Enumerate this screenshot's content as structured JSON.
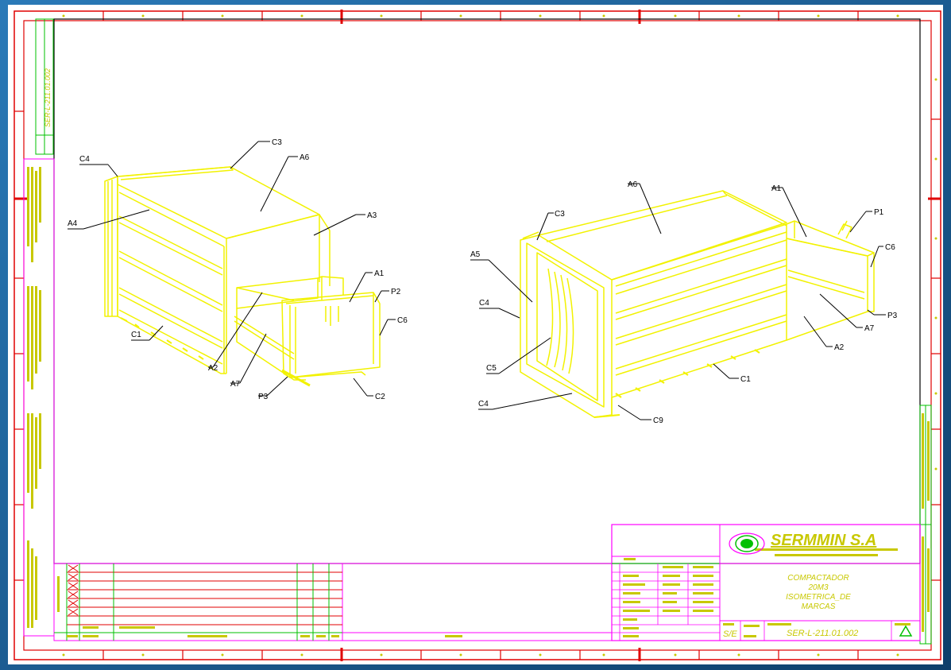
{
  "colors": {
    "background": "#1b5f94",
    "border": "#e00000",
    "titleblock": "#ff00ff",
    "green": "#00c000",
    "yellow": "#f2f200",
    "text_yellow": "#c8c800"
  },
  "left_view": {
    "labels": [
      {
        "id": "l-c4",
        "text": "C4"
      },
      {
        "id": "l-c3",
        "text": "C3"
      },
      {
        "id": "l-a6",
        "text": "A6"
      },
      {
        "id": "l-a4",
        "text": "A4"
      },
      {
        "id": "l-a3",
        "text": "A3"
      },
      {
        "id": "l-a1",
        "text": "A1"
      },
      {
        "id": "l-p2",
        "text": "P2"
      },
      {
        "id": "l-c6",
        "text": "C6"
      },
      {
        "id": "l-c1",
        "text": "C1"
      },
      {
        "id": "l-a2",
        "text": "A2"
      },
      {
        "id": "l-a7",
        "text": "A7"
      },
      {
        "id": "l-p3",
        "text": "P3"
      },
      {
        "id": "l-c2",
        "text": "C2"
      }
    ]
  },
  "right_view": {
    "labels": [
      {
        "id": "r-a6",
        "text": "A6"
      },
      {
        "id": "r-a1",
        "text": "A1"
      },
      {
        "id": "r-c3",
        "text": "C3"
      },
      {
        "id": "r-p1",
        "text": "P1"
      },
      {
        "id": "r-c6",
        "text": "C6"
      },
      {
        "id": "r-a5",
        "text": "A5"
      },
      {
        "id": "r-p3",
        "text": "P3"
      },
      {
        "id": "r-a7",
        "text": "A7"
      },
      {
        "id": "r-c4a",
        "text": "C4"
      },
      {
        "id": "r-a2",
        "text": "A2"
      },
      {
        "id": "r-c5",
        "text": "C5"
      },
      {
        "id": "r-c1",
        "text": "C1"
      },
      {
        "id": "r-c4b",
        "text": "C4"
      },
      {
        "id": "r-c9",
        "text": "C9"
      }
    ]
  },
  "title_block": {
    "company": "SERMMIN S.A",
    "title_line1": "COMPACTADOR",
    "title_line2": "20M3",
    "title_line3": "ISOMETRICA_DE",
    "title_line4": "MARCAS",
    "scale": "S/E",
    "drawing_number": "SER-L-211.01.002"
  },
  "side_strip": {
    "drawing_number": "SER-L-211.01.002"
  }
}
